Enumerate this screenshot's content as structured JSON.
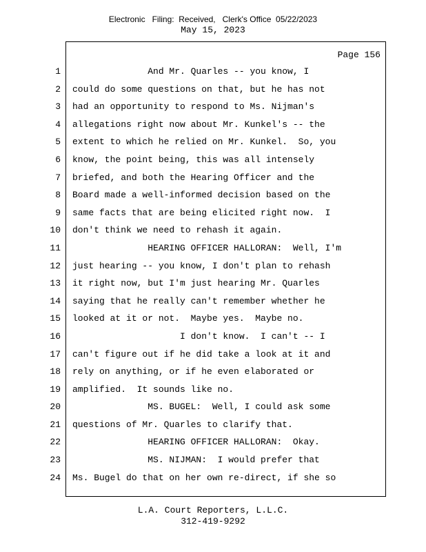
{
  "header": {
    "filing_line": "Electronic   Filing:  Received,   Clerk's Office  05/22/2023",
    "date_line": "May 15, 2023"
  },
  "page": {
    "page_label": "Page 156",
    "lines": [
      {
        "num": "1",
        "text": "              And Mr. Quarles -- you know, I"
      },
      {
        "num": "2",
        "text": "could do some questions on that, but he has not"
      },
      {
        "num": "3",
        "text": "had an opportunity to respond to Ms. Nijman's"
      },
      {
        "num": "4",
        "text": "allegations right now about Mr. Kunkel's -- the"
      },
      {
        "num": "5",
        "text": "extent to which he relied on Mr. Kunkel.  So, you"
      },
      {
        "num": "6",
        "text": "know, the point being, this was all intensely"
      },
      {
        "num": "7",
        "text": "briefed, and both the Hearing Officer and the"
      },
      {
        "num": "8",
        "text": "Board made a well-informed decision based on the"
      },
      {
        "num": "9",
        "text": "same facts that are being elicited right now.  I"
      },
      {
        "num": "10",
        "text": "don't think we need to rehash it again."
      },
      {
        "num": "11",
        "text": "              HEARING OFFICER HALLORAN:  Well, I'm"
      },
      {
        "num": "12",
        "text": "just hearing -- you know, I don't plan to rehash"
      },
      {
        "num": "13",
        "text": "it right now, but I'm just hearing Mr. Quarles"
      },
      {
        "num": "14",
        "text": "saying that he really can't remember whether he"
      },
      {
        "num": "15",
        "text": "looked at it or not.  Maybe yes.  Maybe no."
      },
      {
        "num": "16",
        "text": "                    I don't know.  I can't -- I"
      },
      {
        "num": "17",
        "text": "can't figure out if he did take a look at it and"
      },
      {
        "num": "18",
        "text": "rely on anything, or if he even elaborated or"
      },
      {
        "num": "19",
        "text": "amplified.  It sounds like no."
      },
      {
        "num": "20",
        "text": "              MS. BUGEL:  Well, I could ask some"
      },
      {
        "num": "21",
        "text": "questions of Mr. Quarles to clarify that."
      },
      {
        "num": "22",
        "text": "              HEARING OFFICER HALLORAN:  Okay."
      },
      {
        "num": "23",
        "text": "              MS. NIJMAN:  I would prefer that"
      },
      {
        "num": "24",
        "text": "Ms. Bugel do that on her own re-direct, if she so"
      }
    ]
  },
  "footer": {
    "company": "L.A. Court Reporters, L.L.C.",
    "phone": "312-419-9292"
  }
}
